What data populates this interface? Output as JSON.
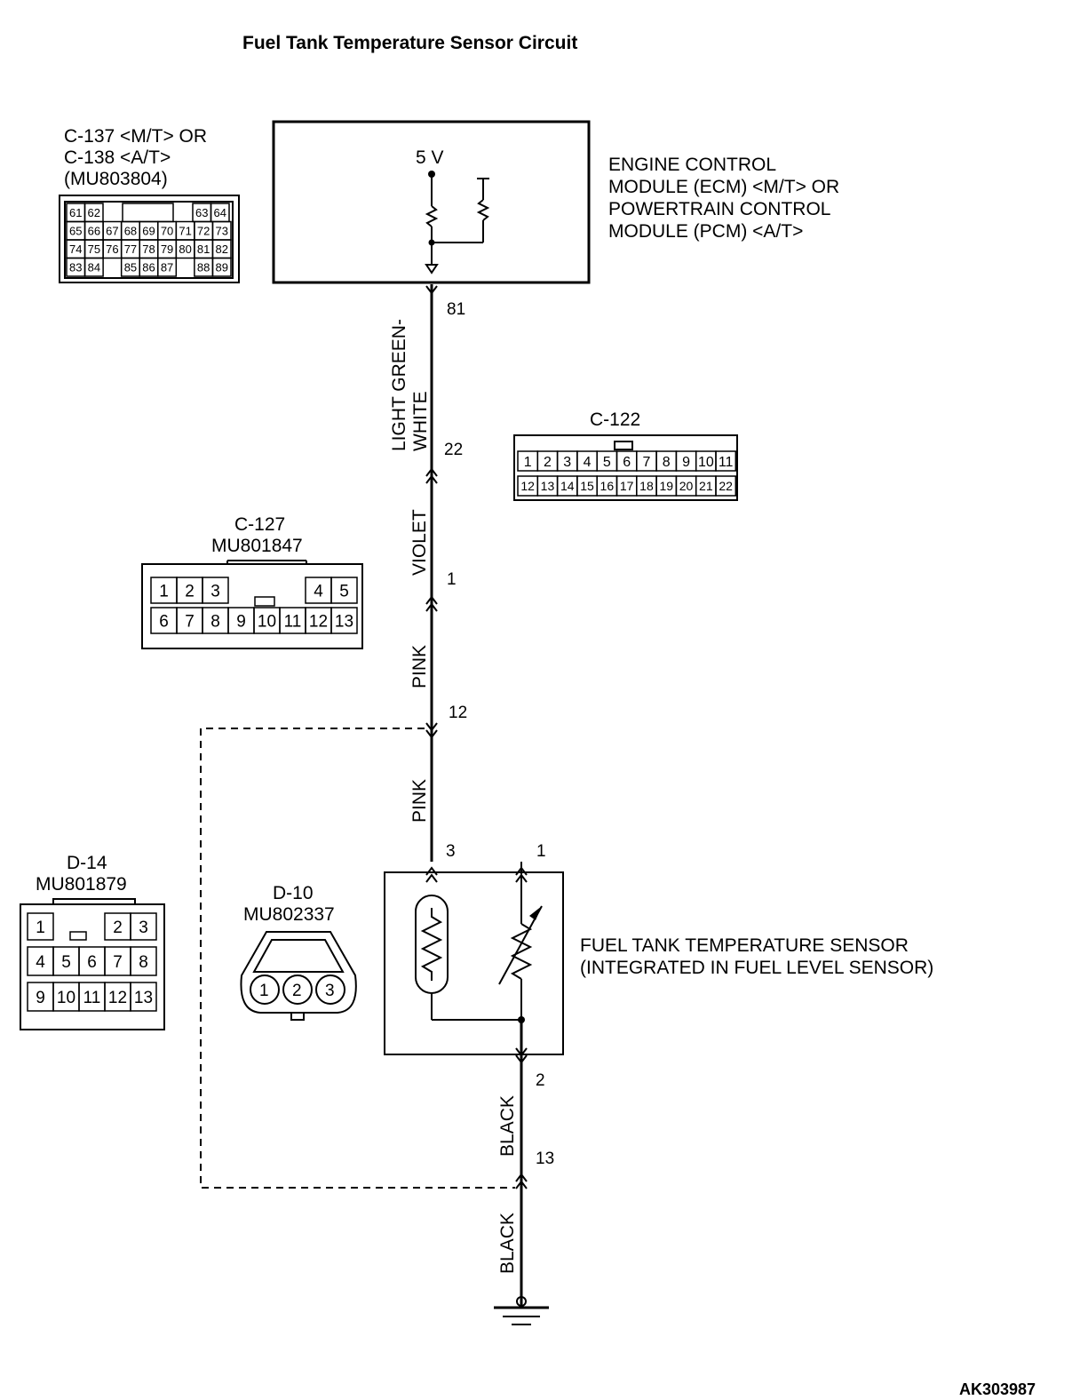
{
  "title": "Fuel Tank Temperature Sensor Circuit",
  "figure_id": "AK303987",
  "ecm": {
    "voltage": "5 V",
    "label_lines": [
      "ENGINE CONTROL",
      "MODULE (ECM) <M/T> OR",
      "POWERTRAIN CONTROL",
      "MODULE (PCM) <A/T>"
    ],
    "pin": "81"
  },
  "connectors": {
    "c137": {
      "lines": [
        "C-137 <M/T> OR",
        "C-138 <A/T>",
        "(MU803804)"
      ],
      "rows": [
        [
          "61",
          "62",
          "",
          "",
          "",
          "",
          "63",
          "64"
        ],
        [
          "65",
          "66",
          "67",
          "68",
          "69",
          "70",
          "71",
          "72",
          "73"
        ],
        [
          "74",
          "75",
          "76",
          "77",
          "78",
          "79",
          "80",
          "81",
          "82"
        ],
        [
          "83",
          "84",
          "",
          "85",
          "86",
          "87",
          "",
          "88",
          "89"
        ]
      ]
    },
    "c122": {
      "name": "C-122",
      "row1": [
        "1",
        "2",
        "3",
        "4",
        "5",
        "6",
        "7",
        "8",
        "9",
        "10",
        "11"
      ],
      "row2": [
        "12",
        "13",
        "14",
        "15",
        "16",
        "17",
        "18",
        "19",
        "20",
        "21",
        "22"
      ]
    },
    "c127": {
      "name": "C-127",
      "part": "MU801847",
      "row1": [
        "1",
        "2",
        "3",
        "",
        "",
        "",
        "",
        "4",
        "5"
      ],
      "row2": [
        "6",
        "7",
        "8",
        "9",
        "10",
        "11",
        "12",
        "13"
      ]
    },
    "d14": {
      "name": "D-14",
      "part": "MU801879",
      "row1": [
        "1",
        "",
        "",
        "2",
        "3"
      ],
      "row2": [
        "4",
        "5",
        "6",
        "7",
        "8"
      ],
      "row3": [
        "9",
        "10",
        "11",
        "12",
        "13"
      ]
    },
    "d10": {
      "name": "D-10",
      "part": "MU802337",
      "pins": [
        "1",
        "2",
        "3"
      ]
    }
  },
  "wires": {
    "w1": "LIGHT GREEN-",
    "w1b": "WHITE",
    "w2": "VIOLET",
    "w3": "PINK",
    "w4": "PINK",
    "w5": "BLACK",
    "w6": "BLACK"
  },
  "pins": {
    "p22": "22",
    "p1": "1",
    "p12": "12",
    "p3": "3",
    "p1s": "1",
    "p2": "2",
    "p13": "13"
  },
  "sensor": {
    "label_lines": [
      "FUEL TANK TEMPERATURE SENSOR",
      "(INTEGRATED IN FUEL LEVEL SENSOR)"
    ]
  }
}
